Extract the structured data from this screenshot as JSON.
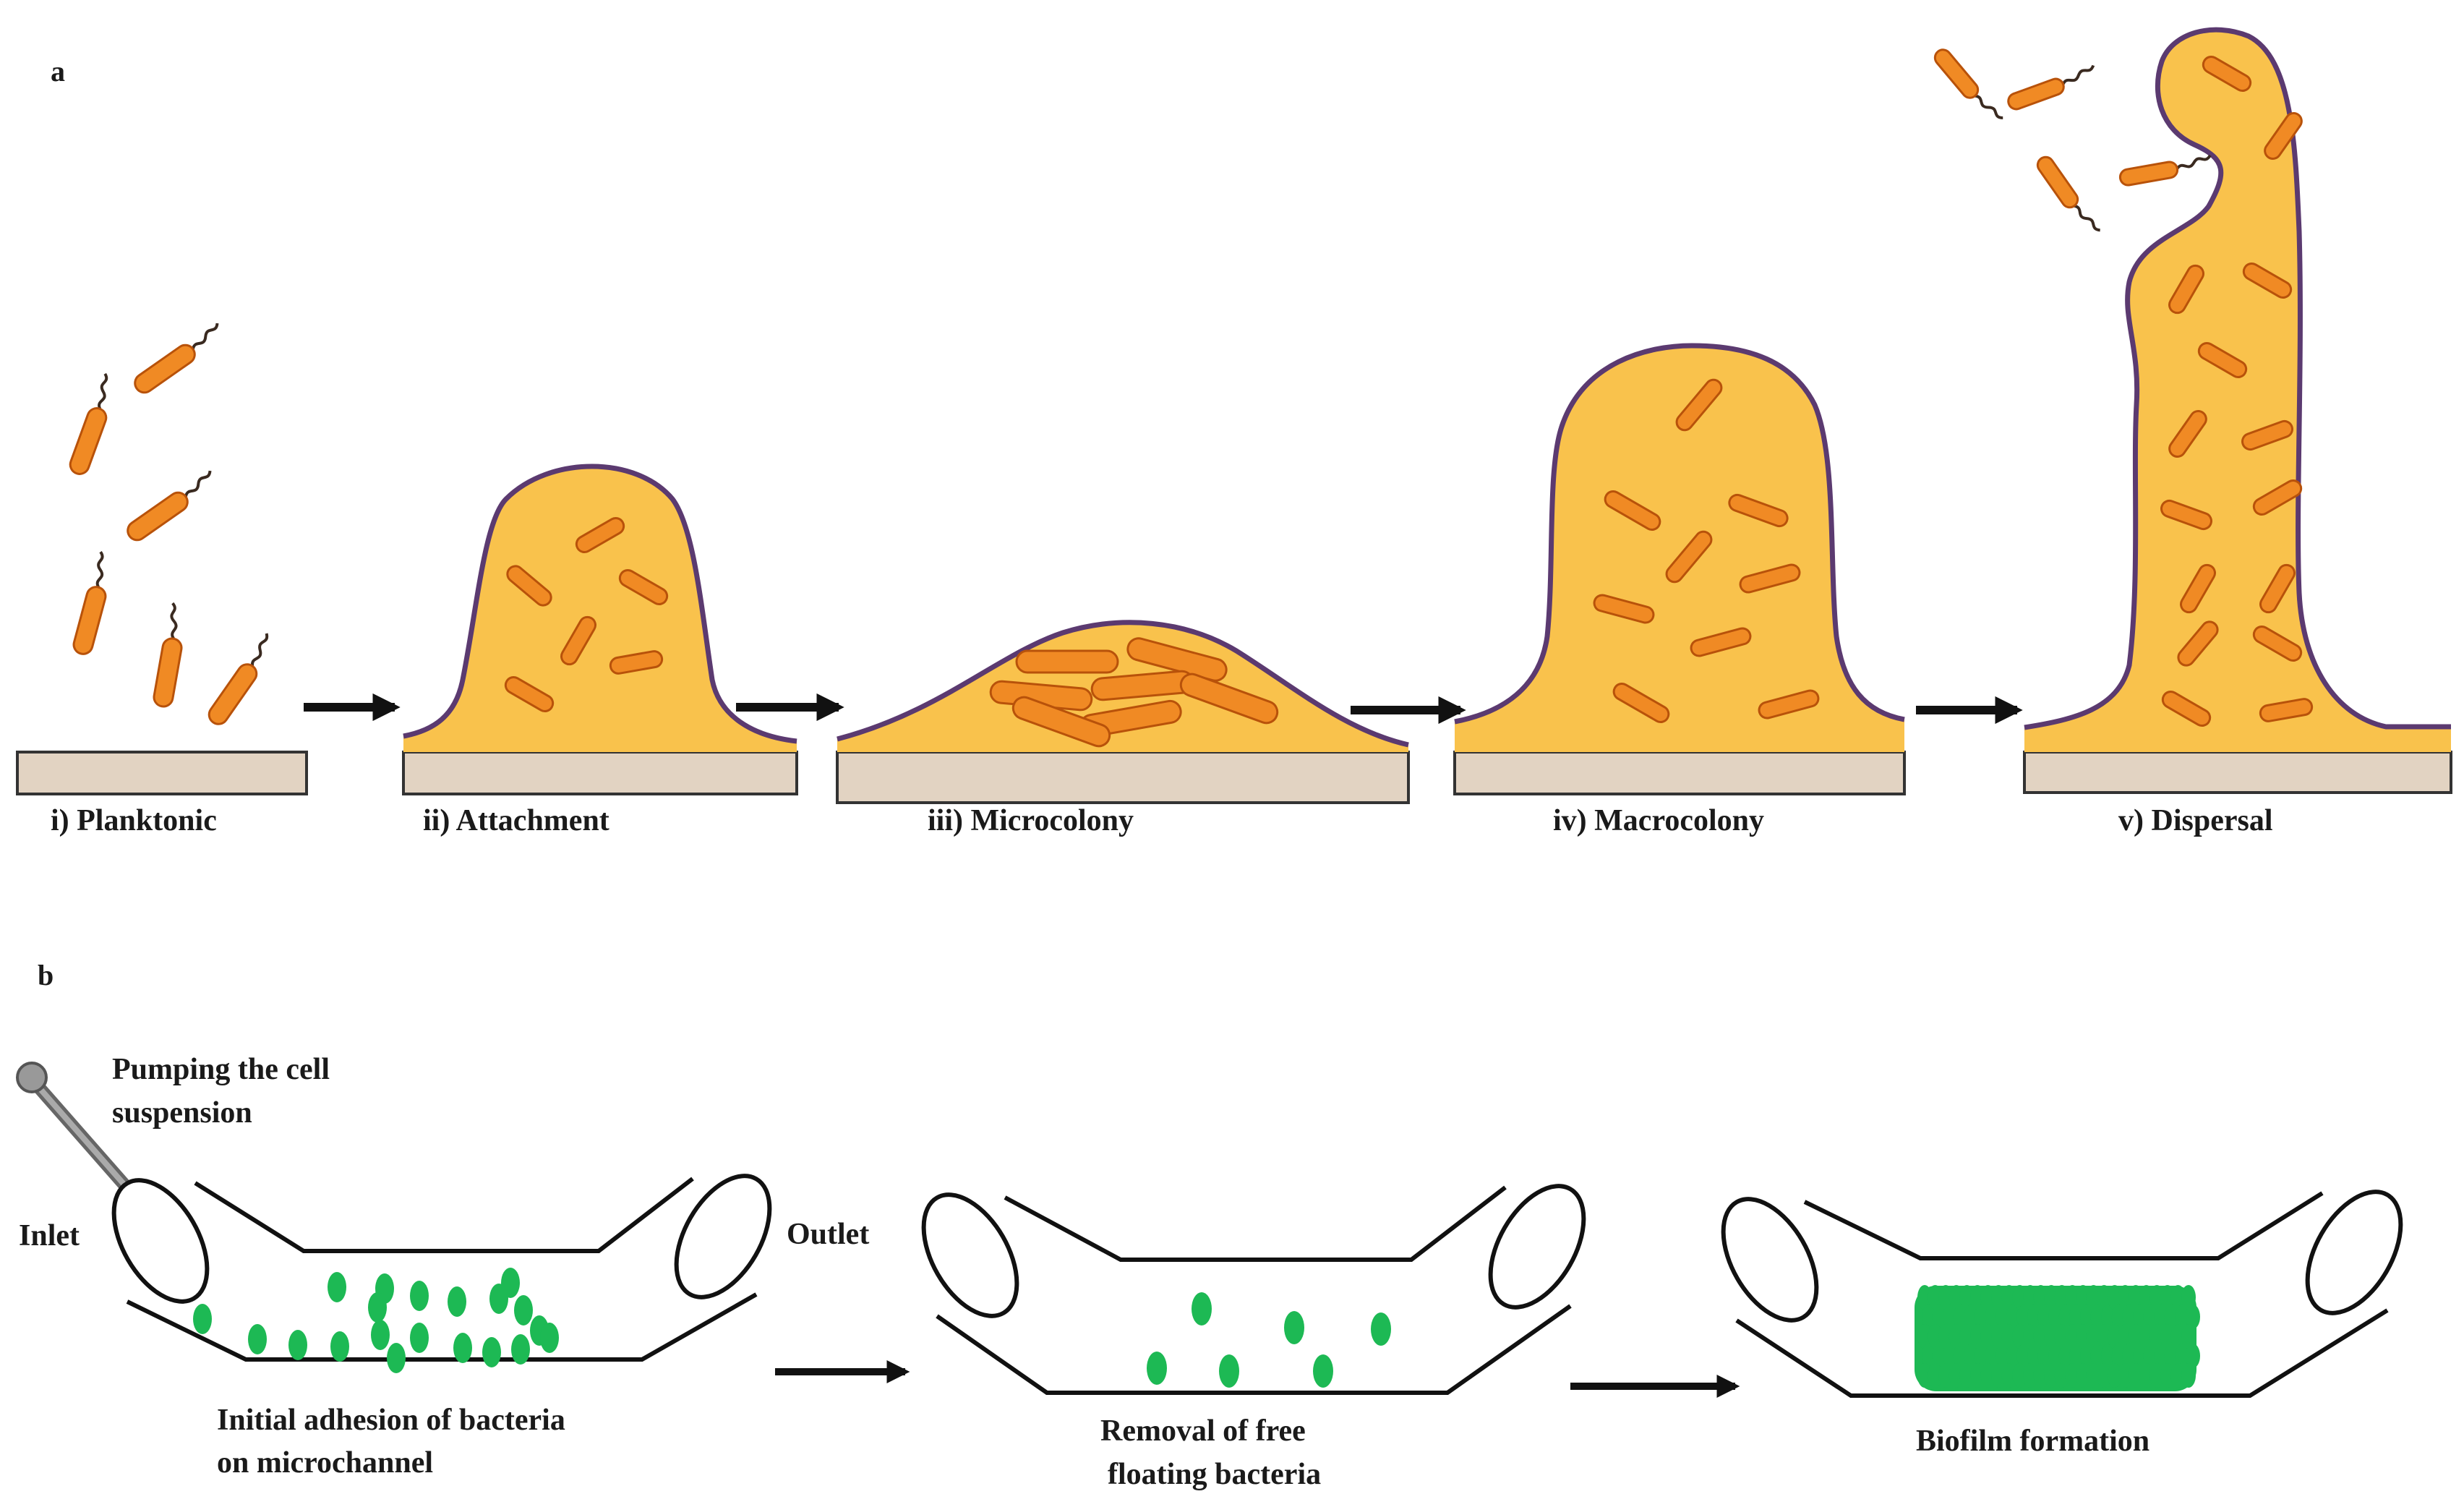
{
  "panel_a": {
    "letter": "a",
    "stages": [
      {
        "label": "i) Planktonic"
      },
      {
        "label": "ii)  Attachment"
      },
      {
        "label": "iii)  Microcolony"
      },
      {
        "label": "iv)  Macrocolony"
      },
      {
        "label": "v)  Dispersal"
      }
    ]
  },
  "panel_b": {
    "letter": "b",
    "pumping_line1": "Pumping the cell",
    "pumping_line2": "suspension",
    "inlet": "Inlet",
    "outlet": "Outlet",
    "step1_line1": "Initial  adhesion of bacteria",
    "step1_line2": "on microchannel",
    "step2_line1": "Removal of free",
    "step2_line2": "floating bacteria",
    "step3": "Biofilm formation"
  },
  "colors": {
    "biofilm_fill": "#F9C24C",
    "biofilm_outline": "#5B3A70",
    "bacterium": "#F08A24",
    "bacterium_outline": "#B8520A",
    "substrate": "#E2D3C2",
    "cell_green": "#1DB954"
  }
}
